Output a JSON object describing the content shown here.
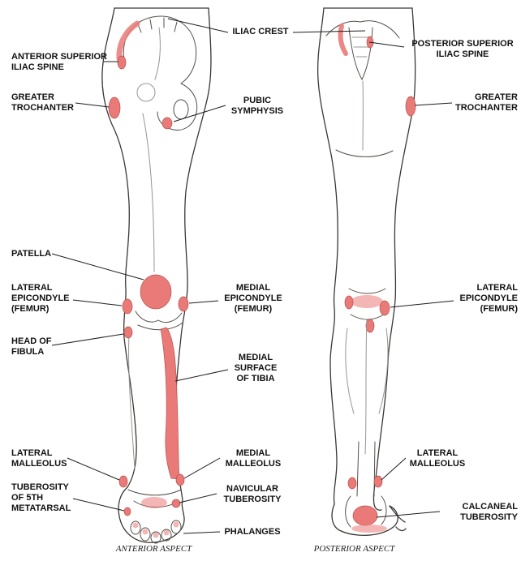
{
  "diagram": {
    "colors": {
      "highlight": "#e97a78",
      "outline": "#3b3733",
      "background": "#ffffff"
    },
    "captions": {
      "anterior": "ANTERIOR ASPECT",
      "posterior": "POSTERIOR ASPECT"
    },
    "labels": {
      "iliac_crest": "ILIAC CREST",
      "anterior_superior_iliac_spine": "ANTERIOR SUPERIOR\nILIAC SPINE",
      "posterior_superior_iliac_spine": "POSTERIOR SUPERIOR\nILIAC SPINE",
      "greater_trochanter_left": "GREATER\nTROCHANTER",
      "greater_trochanter_right": "GREATER\nTROCHANTER",
      "pubic_symphysis": "PUBIC\nSYMPHYSIS",
      "patella": "PATELLA",
      "lateral_epicondyle_left": "LATERAL\nEPICONDYLE\n(FEMUR)",
      "medial_epicondyle": "MEDIAL\nEPICONDYLE\n(FEMUR)",
      "lateral_epicondyle_right": "LATERAL\nEPICONDYLE\n(FEMUR)",
      "head_of_fibula": "HEAD OF\nFIBULA",
      "medial_surface_of_tibia": "MEDIAL\nSURFACE\nOF TIBIA",
      "lateral_malleolus_left": "LATERAL\nMALLEOLUS",
      "medial_malleolus": "MEDIAL\nMALLEOLUS",
      "lateral_malleolus_right": "LATERAL\nMALLEOLUS",
      "tuberosity_of_5th_metatarsal": "TUBEROSITY\nOF 5TH\nMETATARSAL",
      "navicular_tuberosity": "NAVICULAR\nTUBEROSITY",
      "calcaneal_tuberosity": "CALCANEAL\nTUBEROSITY",
      "phalanges": "PHALANGES"
    }
  }
}
